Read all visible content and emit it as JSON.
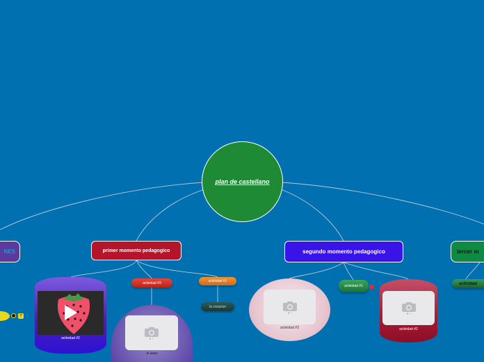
{
  "root": {
    "label": "plan de castellano"
  },
  "branches": {
    "left_partial": "NES",
    "first": "primer momento pedagogico",
    "second": "segundo momento pedagogico",
    "third": "tercer m"
  },
  "subtopics": {
    "actividad_3": "actividad #3",
    "actividad_1_a": "actividad #1",
    "la_creacion": "la creacion",
    "actividad_1_b": "actividad #1",
    "actividad_3_c": "actividad"
  },
  "cards": {
    "actividad_2_video": "actividad #2",
    "el_aseo": "el aseo",
    "actividad_3_photo": "actividad #3",
    "actividad_2_photo": "actividad #2"
  },
  "icons": {
    "camera": "camera-icon",
    "play": "play-icon",
    "strawberry": "strawberry-image",
    "sticker_1": "sticker-icon",
    "sticker_2": "number-badge-icon"
  },
  "colors": {
    "background": "#0070b0",
    "root": "#1f8a35",
    "first_branch": "#b5152a",
    "second_branch": "#3a13e8",
    "third_branch": "#0f8a45"
  },
  "badges": {
    "sticker_number": "7"
  }
}
